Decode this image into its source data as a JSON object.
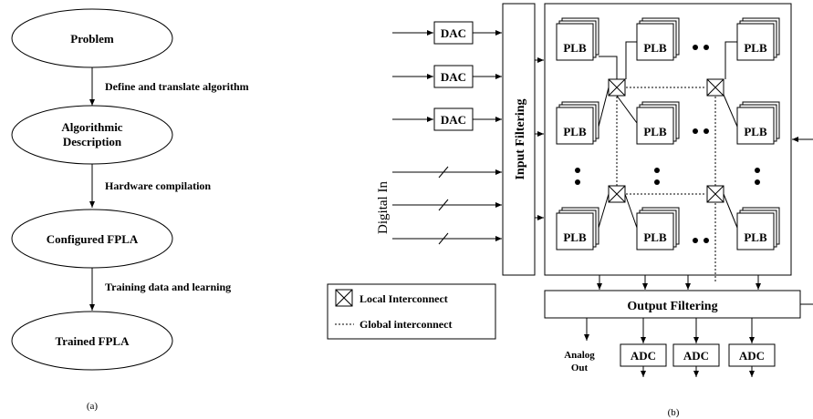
{
  "flow": {
    "caption": "(a)",
    "nodes": [
      "Problem",
      "Algorithmic",
      "Description",
      "Configured FPLA",
      "Trained FPLA"
    ],
    "edges": [
      "Define and translate algorithm",
      "Hardware compilation",
      "Training data and learning"
    ]
  },
  "arch": {
    "caption": "(b)",
    "dac": "DAC",
    "adc": "ADC",
    "plb": "PLB",
    "input_filtering": "Input Filtering",
    "output_filtering": "Output Filtering",
    "digital_in": "Digital In",
    "analog": "Analog",
    "out": "Out",
    "legend": {
      "local": "Local Interconnect",
      "global": "Global interconnect"
    }
  }
}
